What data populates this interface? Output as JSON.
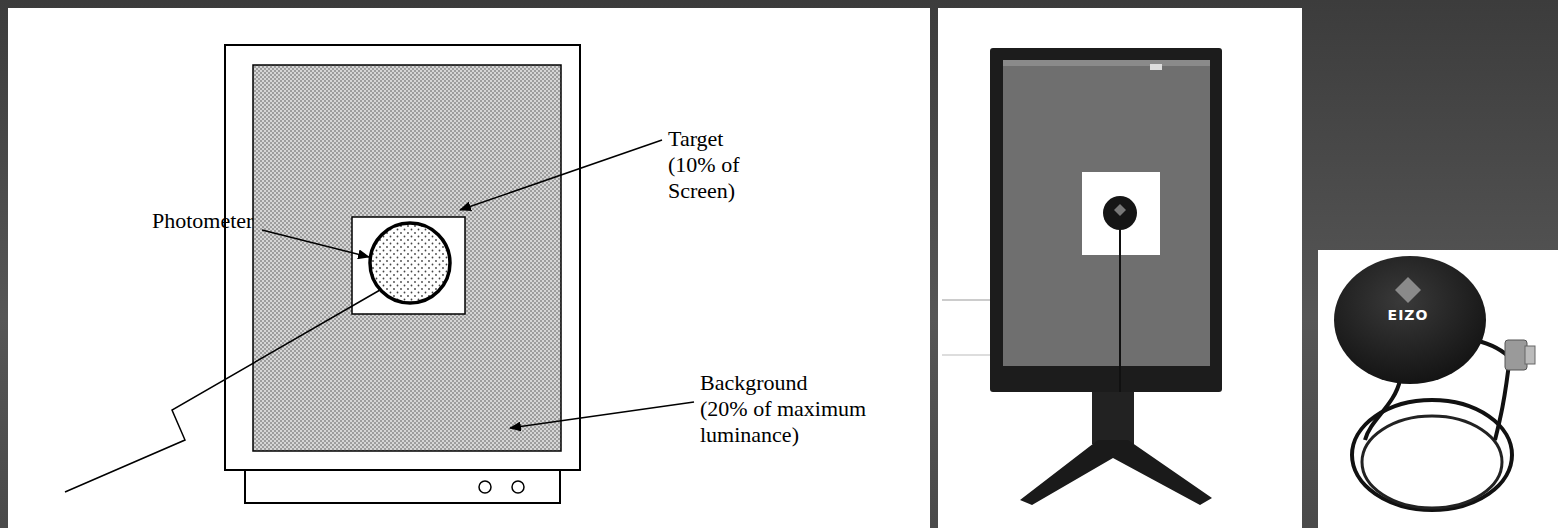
{
  "diagram": {
    "labels": [
      "Photometer",
      "Target (10% of Screen)",
      "Background (20% of maximum luminance)",
      "EIZO"
    ]
  }
}
